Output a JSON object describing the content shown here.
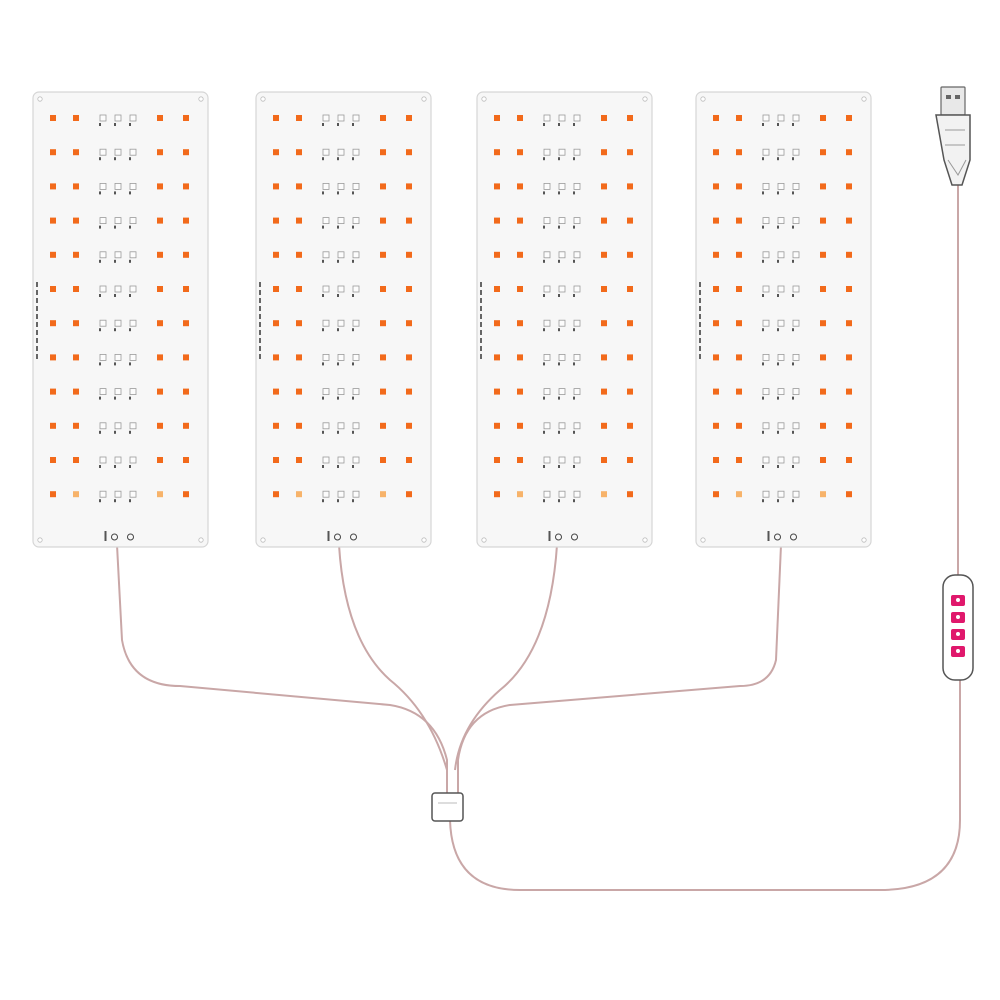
{
  "colors": {
    "background": "#ffffff",
    "panel_fill": "#f7f7f7",
    "panel_stroke": "#d6d6d6",
    "led_orange": "#f26a1b",
    "led_amber": "#f7b36a",
    "led_white": "#fcfcfc",
    "led_white_stroke": "#9a9a9a",
    "cable": "#c9a7a7",
    "switch_button": "#e0186c"
  },
  "panels": [
    {
      "name": "grow-light-panel-1"
    },
    {
      "name": "grow-light-panel-2"
    },
    {
      "name": "grow-light-panel-3"
    },
    {
      "name": "grow-light-panel-4"
    }
  ],
  "controller": {
    "buttons": [
      {
        "icon": "power-icon"
      },
      {
        "icon": "timer-icon"
      },
      {
        "icon": "mode-icon"
      },
      {
        "icon": "dimmer-icon"
      }
    ]
  },
  "usb_plug": {
    "icon": "usb-plug-icon"
  }
}
